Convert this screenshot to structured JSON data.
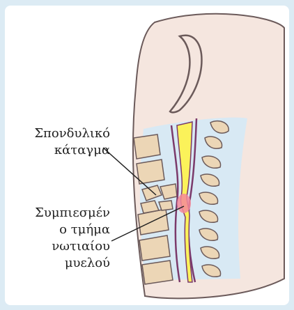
{
  "labels": {
    "fracture": [
      "Σπονδυλικό",
      "κάταγμα"
    ],
    "compressed": [
      "Συμπιεσμέν",
      "ο τμήμα",
      "νωτιαίου",
      "μυελού"
    ]
  },
  "colors": {
    "background": "#dcebf4",
    "skin": "#f5e6df",
    "outline": "#6b5a5a",
    "bone": "#ecd6b6",
    "tissue": "#d8e9f4",
    "spinal_cord": "#fbf25a",
    "dura": "#7b3a6b",
    "injury": "#f58a9a"
  }
}
